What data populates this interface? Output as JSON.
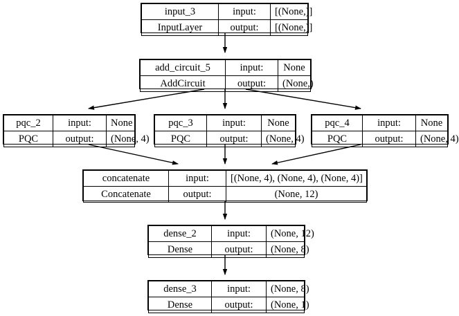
{
  "diagram": {
    "type": "keras-model-graph",
    "title": "",
    "background_color": "#ffffff",
    "line_color": "#000000",
    "text_color": "#000000",
    "labels": {
      "input_label": "input:",
      "output_label": "output:"
    },
    "nodes": [
      {
        "id": "input_3",
        "name": "input_3",
        "class_name": "InputLayer",
        "input_shape": "[(None,)]",
        "output_shape": "[(None,)]"
      },
      {
        "id": "add_circuit_5",
        "name": "add_circuit_5",
        "class_name": "AddCircuit",
        "input_shape": "None",
        "output_shape": "(None,)"
      },
      {
        "id": "pqc_2",
        "name": "pqc_2",
        "class_name": "PQC",
        "input_shape": "None",
        "output_shape": "(None, 4)"
      },
      {
        "id": "pqc_3",
        "name": "pqc_3",
        "class_name": "PQC",
        "input_shape": "None",
        "output_shape": "(None, 4)"
      },
      {
        "id": "pqc_4",
        "name": "pqc_4",
        "class_name": "PQC",
        "input_shape": "None",
        "output_shape": "(None, 4)"
      },
      {
        "id": "concatenate",
        "name": "concatenate",
        "class_name": "Concatenate",
        "input_shape": "[(None, 4), (None, 4), (None, 4)]",
        "output_shape": "(None, 12)"
      },
      {
        "id": "dense_2",
        "name": "dense_2",
        "class_name": "Dense",
        "input_shape": "(None, 12)",
        "output_shape": "(None, 8)"
      },
      {
        "id": "dense_3",
        "name": "dense_3",
        "class_name": "Dense",
        "input_shape": "(None, 8)",
        "output_shape": "(None, 1)"
      }
    ],
    "edges": [
      {
        "from": "input_3",
        "to": "add_circuit_5"
      },
      {
        "from": "add_circuit_5",
        "to": "pqc_2"
      },
      {
        "from": "add_circuit_5",
        "to": "pqc_3"
      },
      {
        "from": "add_circuit_5",
        "to": "pqc_4"
      },
      {
        "from": "pqc_2",
        "to": "concatenate"
      },
      {
        "from": "pqc_3",
        "to": "concatenate"
      },
      {
        "from": "pqc_4",
        "to": "concatenate"
      },
      {
        "from": "concatenate",
        "to": "dense_2"
      },
      {
        "from": "dense_2",
        "to": "dense_3"
      }
    ]
  }
}
